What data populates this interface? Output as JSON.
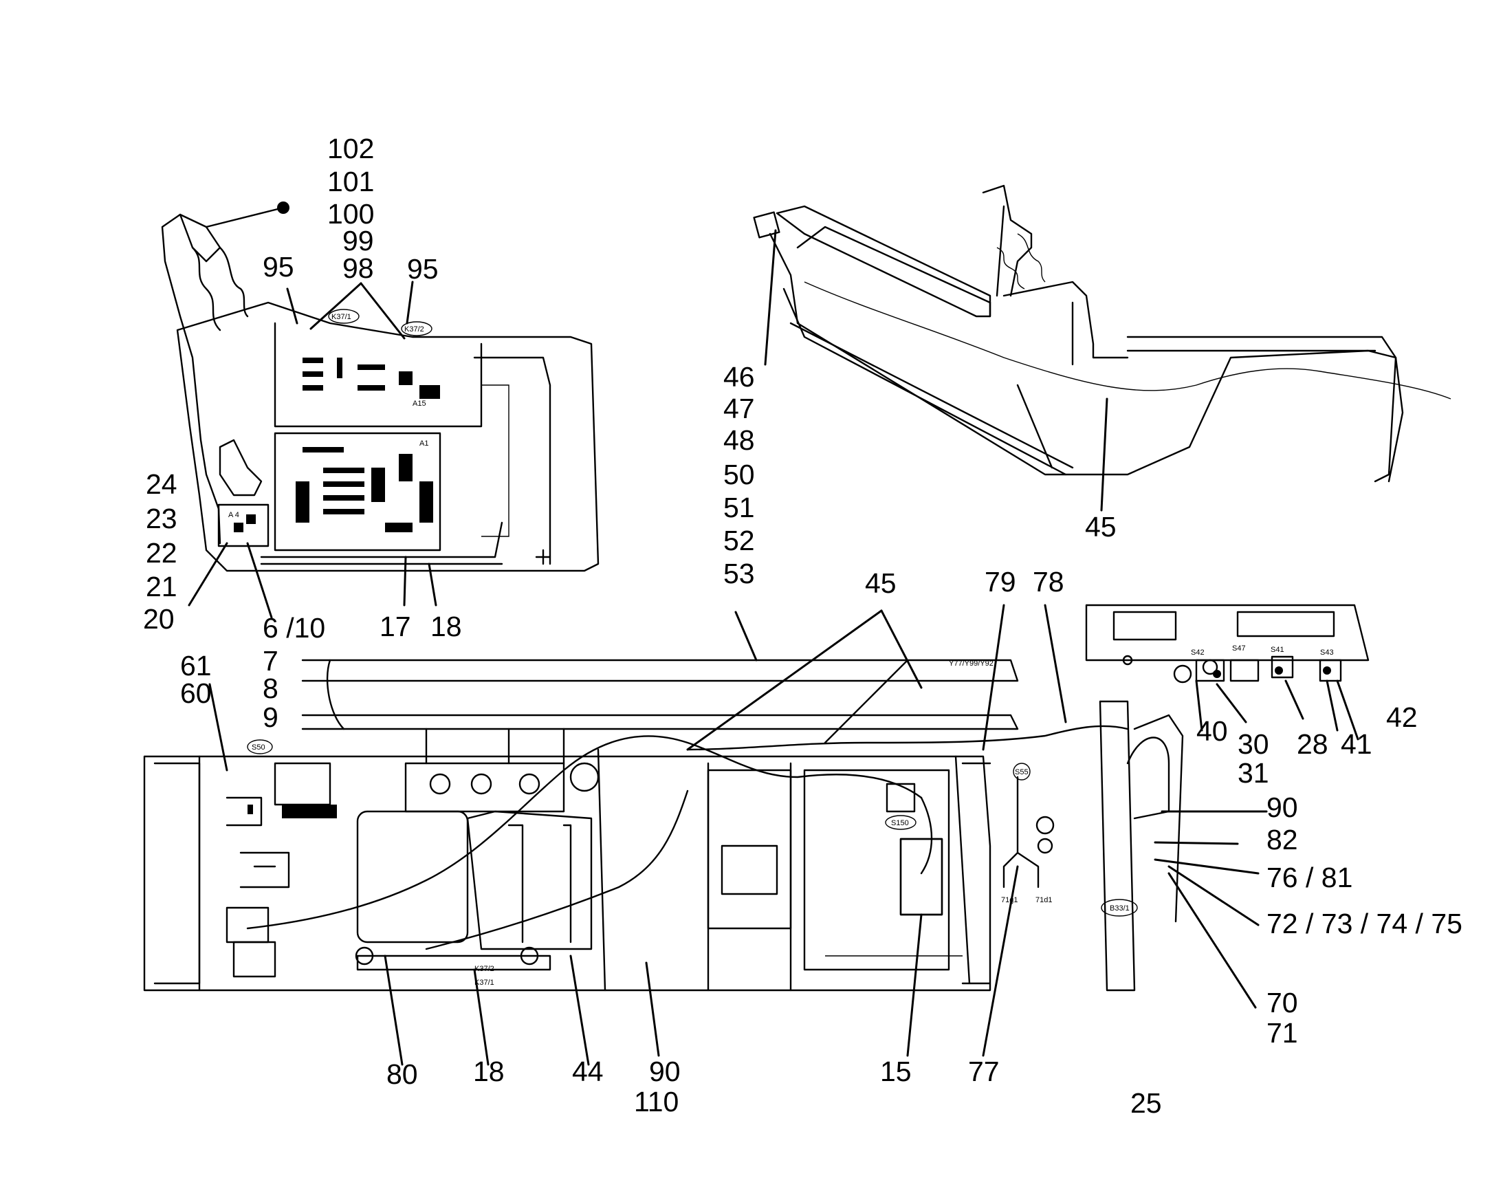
{
  "diagram": {
    "callouts": {
      "c102": "102",
      "c101": "101",
      "c100": "100",
      "c99": "99",
      "c98": "98",
      "c95a": "95",
      "c95b": "95",
      "c24": "24",
      "c23": "23",
      "c22": "22",
      "c21": "21",
      "c20": "20",
      "c6_10": "6 /10",
      "c7": "7",
      "c8": "8",
      "c9": "9",
      "c17": "17",
      "c18a": "18",
      "c61": "61",
      "c60": "60",
      "c46": "46",
      "c47": "47",
      "c48": "48",
      "c50": "50",
      "c51": "51",
      "c52": "52",
      "c53": "53",
      "c45a": "45",
      "c45b": "45",
      "c79": "79",
      "c78": "78",
      "c40": "40",
      "c30": "30",
      "c31": "31",
      "c28": "28",
      "c41": "41",
      "c42": "42",
      "c90a": "90",
      "c82": "82",
      "c76_81": "76 / 81",
      "c72_75": "72 / 73 / 74 / 75",
      "c70": "70",
      "c71": "71",
      "c80": "80",
      "c18b": "18",
      "c44": "44",
      "c90b": "90",
      "c110": "110",
      "c15": "15",
      "c77": "77",
      "c25": "25"
    },
    "tags": {
      "k37_1": "K37/1",
      "k37_2": "K37/2",
      "a4": "A 4",
      "a1": "A1",
      "a15": "A15",
      "s50": "S50",
      "s150": "S150",
      "b33_1": "B33/1",
      "y77": "Y77/Y99/Y92",
      "s42": "S42",
      "s47": "S47",
      "s41": "S41",
      "s43": "S43",
      "s55": "S55",
      "y1": "71g1",
      "y2": "71d1",
      "k37b": "K37/2",
      "k37c": "K37/1"
    }
  }
}
